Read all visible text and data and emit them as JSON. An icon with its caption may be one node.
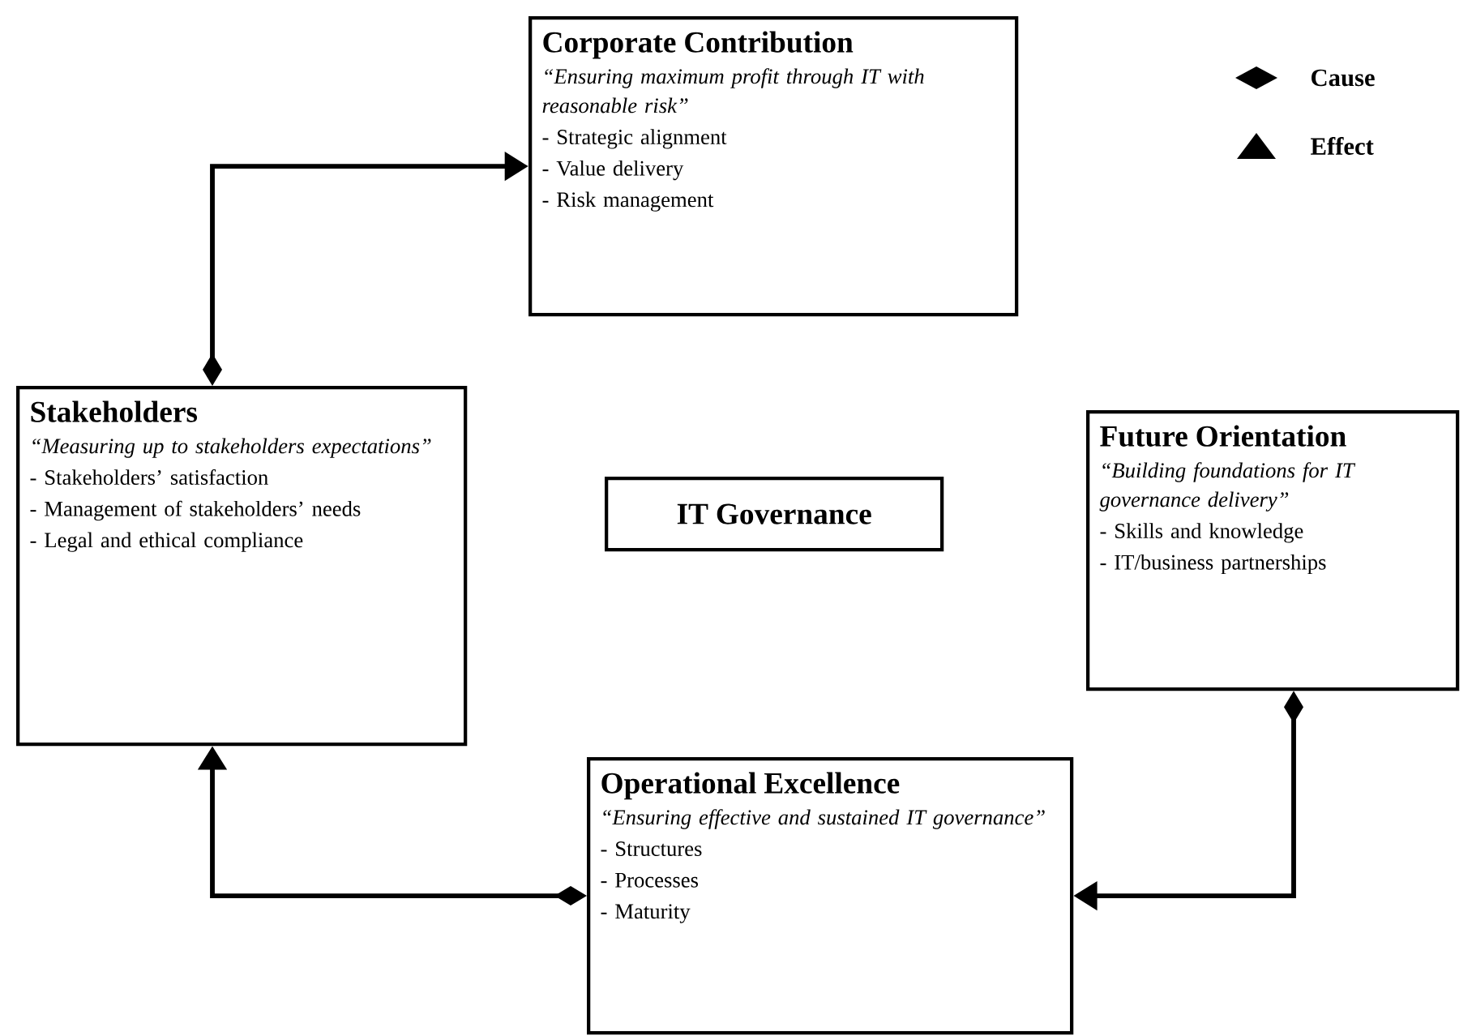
{
  "diagram": {
    "nodes": [
      {
        "text": [
          "Corporate Contribution",
          "“Ensuring maximum profit through IT with reasonable risk”",
          "- Strategic alignment",
          "- Value delivery",
          "- Risk management"
        ]
      },
      {
        "text": [
          "Stakeholders",
          "“Measuring up to stakeholders expectations”",
          "- Stakeholders’ satisfaction",
          "- Management of stakeholders’ needs",
          "- Legal and ethical compliance"
        ]
      },
      {
        "text": [
          "IT Governance"
        ]
      },
      {
        "text": [
          "Future Orientation",
          "“Building foundations for IT governance delivery”",
          "- Skills and knowledge",
          "- IT/business partnerships"
        ]
      },
      {
        "text": [
          "Operational Excellence",
          "“Ensuring effective and sustained IT governance”",
          "- Structures",
          "- Processes",
          "- Maturity"
        ]
      }
    ],
    "edges": [
      {
        "from": 1,
        "to": 0,
        "arrow": "to"
      },
      {
        "from": 4,
        "to": 1,
        "arrow": "to"
      },
      {
        "from": 3,
        "to": 4,
        "arrow": "to"
      }
    ],
    "legend": [
      {
        "text": "Cause"
      },
      {
        "text": "Effect"
      }
    ]
  }
}
